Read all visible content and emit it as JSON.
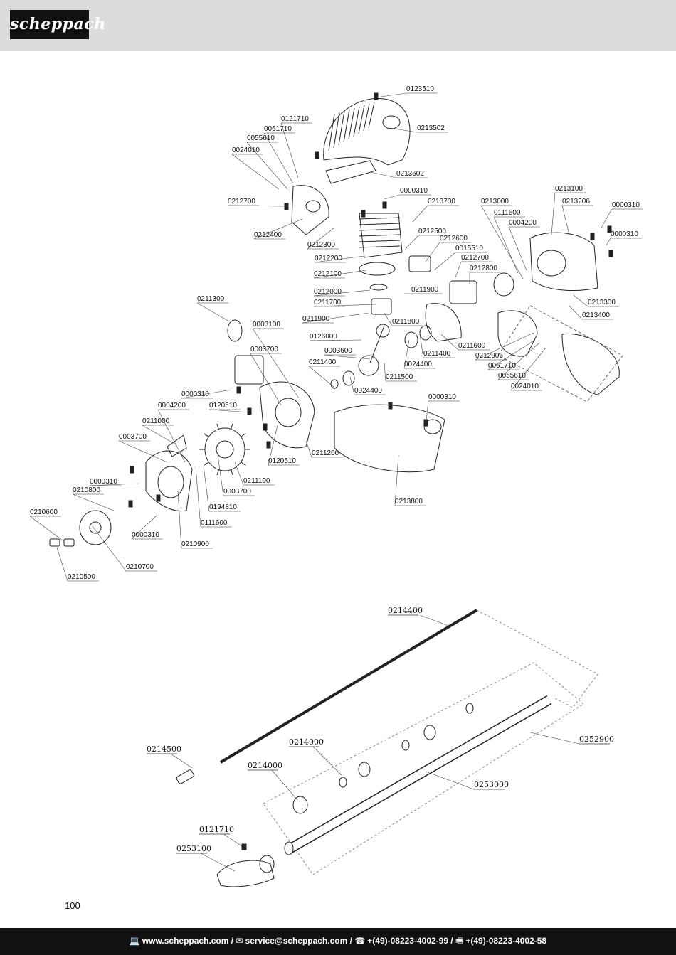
{
  "brand": {
    "logo_text": "scheppach"
  },
  "diagram_top": {
    "labels": [
      "0123510",
      "0121710",
      "0213502",
      "0061710",
      "0055610",
      "0024010",
      "0213602",
      "0000310",
      "0213700",
      "0212700",
      "0213000",
      "0213100",
      "0111600",
      "0213206",
      "0000310",
      "0212500",
      "0004200",
      "0000310",
      "0212400",
      "0212300",
      "0212600",
      "0015510",
      "0212200",
      "0212700",
      "0212800",
      "0212100",
      "0211900",
      "0212000",
      "0211700",
      "0213300",
      "0211300",
      "0211900",
      "0211800",
      "0213400",
      "0003100",
      "0126000",
      "0211600",
      "0003700",
      "0003600",
      "0211400",
      "0212906",
      "0211400",
      "0024400",
      "0061710",
      "0211500",
      "0055610",
      "0024010",
      "0000310",
      "0024400",
      "0004200",
      "0120510",
      "0000310",
      "0211000",
      "0003700",
      "0120510",
      "0211200",
      "0000310",
      "0211100",
      "0210800",
      "0003700",
      "0194810",
      "0210600",
      "0111600",
      "0000310",
      "0210900",
      "0213800",
      "0210700",
      "0210500"
    ]
  },
  "diagram_bottom": {
    "labels": [
      "0214400",
      "0214500",
      "0214000",
      "0252900",
      "0214000",
      "0253000",
      "0121710",
      "0253100"
    ]
  },
  "page_number": "100",
  "footer": {
    "website": "www.scheppach.com /",
    "email": "service@scheppach.com /",
    "phone": "+(49)-08223-4002-99 /",
    "fax": "+(49)-08223-4002-58",
    "icons": [
      "computer-icon",
      "envelope-icon",
      "telephone-icon",
      "fax-icon"
    ]
  }
}
